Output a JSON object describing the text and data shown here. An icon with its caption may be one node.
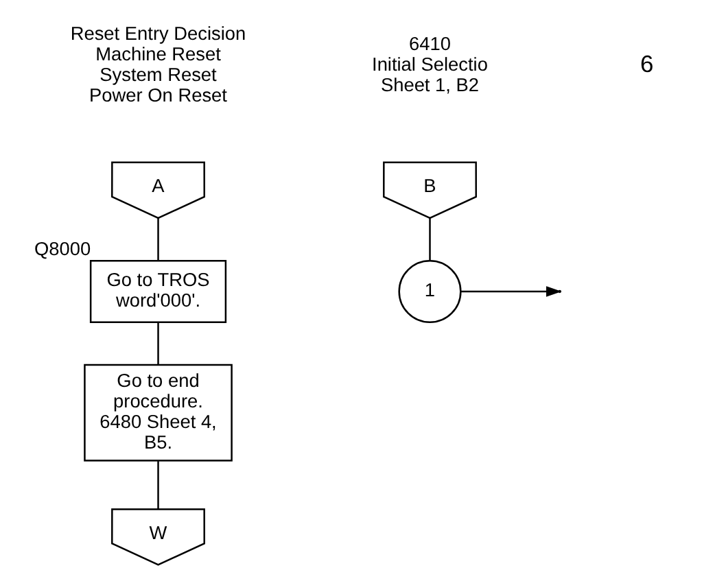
{
  "diagram": {
    "nodes": [
      {
        "text": [
          "A"
        ],
        "beside": [
          "Reset Entry Decision",
          "Machine Reset",
          "System Reset",
          "Power On Reset"
        ]
      },
      {
        "text": [
          "Go to TROS word'000'."
        ],
        "beside": [
          "Q8000"
        ]
      },
      {
        "text": [
          "Go to end procedure. 6480 Sheet 4, B5."
        ]
      },
      {
        "text": [
          "W"
        ]
      },
      {
        "text": [
          "B"
        ],
        "beside": [
          "6410",
          "Initial Selectio",
          "Sheet 1, B2"
        ]
      },
      {
        "text": [
          "1"
        ]
      }
    ],
    "edges": [
      {
        "from": 0,
        "to": 1,
        "arrow": "none"
      },
      {
        "from": 1,
        "to": 2,
        "arrow": "none"
      },
      {
        "from": 2,
        "to": 3,
        "arrow": "none"
      },
      {
        "from": 4,
        "to": 5,
        "arrow": "none"
      },
      {
        "from": 5,
        "to": null,
        "arrow": "to"
      }
    ],
    "labels": [
      "6"
    ]
  }
}
